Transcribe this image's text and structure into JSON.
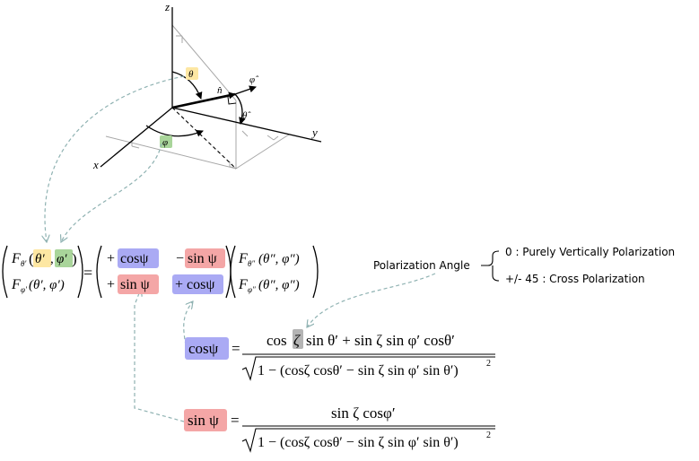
{
  "colors": {
    "theta_highlight": "#fde7a3",
    "phi_highlight": "#a9d59a",
    "cos_highlight": "#aaaaf4",
    "sin_highlight": "#f4a6a6",
    "zeta_highlight": "#b4b4b4",
    "arrow_dashed": "#8fb2b2",
    "geometry_gray": "#a7a7a7"
  },
  "geometry": {
    "axis_z": "z",
    "axis_x": "x",
    "axis_y": "y",
    "theta": "θ",
    "phi": "φ",
    "n_hat": "n̂",
    "phi_hat": "φ̂",
    "theta_hat": "θ̂"
  },
  "matrix": {
    "lhs_top_F": "F",
    "lhs_top_sub": "θ′",
    "lhs_top_theta": "θ′",
    "lhs_top_comma": ",",
    "lhs_top_phi": "φ′",
    "lhs_bottom_F": "F",
    "lhs_bottom_sub": "φ′",
    "lhs_bottom_args": "(θ′, φ′)",
    "equals": "=",
    "m11_sign": "+",
    "m11": "cosψ",
    "m12_sign": "−",
    "m12": "sin ψ",
    "m21_sign": "+",
    "m21": "sin ψ",
    "m22_sign": "+",
    "m22": "cosψ",
    "rhs_top_F": "F",
    "rhs_top_sub": "θ″",
    "rhs_top_args": "(θ″, φ″)",
    "rhs_bottom_F": "F",
    "rhs_bottom_sub": "φ″",
    "rhs_bottom_args": "(θ″, φ″)"
  },
  "polarization": {
    "label": "Polarization Angle",
    "option_1": "0 : Purely Vertically Polarization",
    "option_2": "+/- 45 : Cross Polarization"
  },
  "formula_cos": {
    "lhs": "cosψ",
    "equals": "=",
    "num_pre": "cos",
    "num_zeta": "ζ",
    "num_post": "sin θ′ + sin ζ sin φ′ cosθ′",
    "den": "1 − (cosζ cosθ′ − sin ζ sin φ′ sin θ′)",
    "den_exp": "2"
  },
  "formula_sin": {
    "lhs": "sin ψ",
    "equals": "=",
    "num": "sin ζ cosφ′",
    "den": "1 − (cosζ cosθ′ − sin ζ sin φ′ sin θ′)",
    "den_exp": "2"
  }
}
